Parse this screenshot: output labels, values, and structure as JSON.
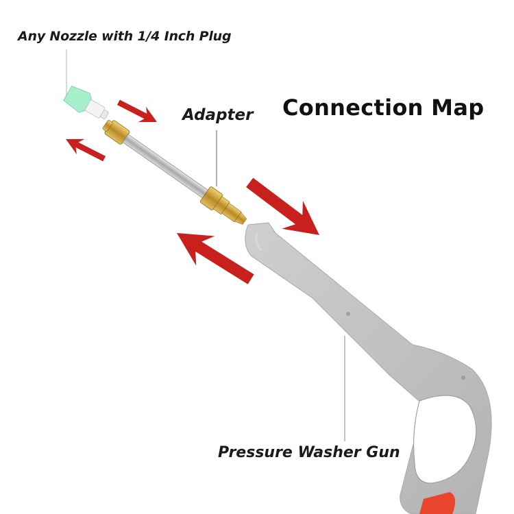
{
  "title": "Connection Map",
  "labels": {
    "nozzle": "Any Nozzle with 1/4 Inch Plug",
    "adapter": "Adapter",
    "gun": "Pressure Washer Gun"
  },
  "colors": {
    "arrow": "#c8201c",
    "gun_body": "#bcbcbc",
    "brass": "#c9a23c",
    "steel": "#b8b8b8",
    "nozzle_tip": "#9ff0c8",
    "trigger": "#e8452c"
  },
  "icons": [
    "arrow-icon",
    "nozzle-icon",
    "adapter-icon",
    "pressure-washer-gun-icon"
  ]
}
